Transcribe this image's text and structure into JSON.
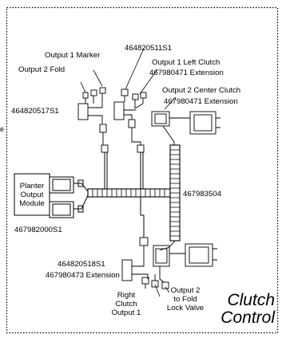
{
  "title": {
    "line1": "Clutch",
    "line2": "Control"
  },
  "labels": {
    "output1_marker": "Output 1 Marker",
    "output2_fold": "Output 2 Fold",
    "p464820511S1": "464820511S1",
    "output1_left_clutch": "Output 1 Left Clutch",
    "p467980471_ext_a": "467980471 Extension",
    "output2_center_clutch": "Output  2 Center Clutch",
    "p467980471_ext_b": "467980471 Extension",
    "p464820517S1": "464820517S1",
    "planter_line1": "Planter",
    "planter_line2": "Output",
    "planter_line3": "Module",
    "p467983504": "467983504",
    "p467982000S1": "467982000S1",
    "p464820518S1": "464820518S1",
    "p467980473_ext": "467980473 Extension",
    "right_clutch_line1": "Right",
    "right_clutch_line2": "Clutch",
    "right_clutch_line3": "Output 1",
    "output2_fold_lock_line1": "Output 2",
    "output2_fold_lock_line2": "to Fold",
    "output2_fold_lock_line3": "Lock Valve",
    "edge_e": "e"
  },
  "colors": {
    "line": "#000000",
    "background": "#ffffff"
  }
}
